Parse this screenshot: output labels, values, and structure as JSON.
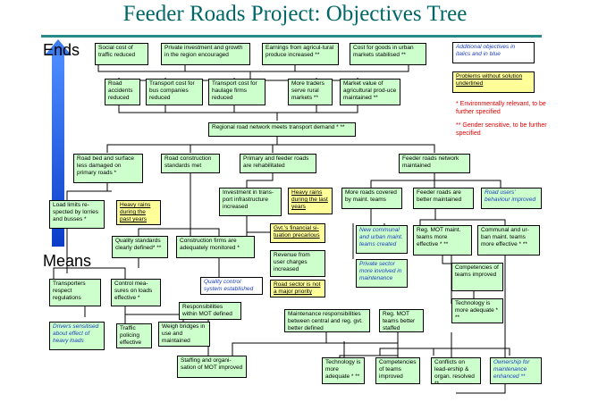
{
  "title": "Feeder Roads Project: Objectives Tree",
  "ends_label": "Ends",
  "means_label": "Means",
  "legend": {
    "additional": "Additional objectives in italics and in blue",
    "problems": "Problems without solution underlined",
    "env_note": "* Environmentally relevant, to be further specified",
    "gender_note": "** Gender sensitive, to be further specified"
  },
  "nodes": {
    "social_cost": "Social cost of traffic reduced",
    "private_invest": "Private investment and growth in the region encouraged",
    "earnings": "Earnings from agricul-tural produce increased **",
    "cost_goods": "Cost for goods in urban markets stabilised **",
    "road_accidents": "Road accidents reduced",
    "transport_bus": "Transport cost for bus companies reduced",
    "transport_haul": "Transport cost for haulage firms reduced",
    "more_traders": "More traders serve rural markets **",
    "market_value": "Market value of agricultural prod-uce maintained **",
    "regional_network": "Regional road network meets transport demand * **",
    "road_bed": "Road bed and surface less damaged on primary roads *",
    "construction_std": "Road construction standards met",
    "primary_feeder": "Primary and feeder roads are rehabilitated",
    "feeder_maintained": "Feeder roads network maintained",
    "load_limits": "Load limits re-spected by lorries and busses *",
    "heavy_rains_1": "Heavy rains during the past years",
    "investment": "Investment in trans-port infrastructure increased",
    "heavy_rains_2": "Heavy rains during the last years",
    "more_roads": "More roads covered by maint. teams",
    "feeder_better": "Feeder roads are better maintained",
    "users_behaviour": "Road users' behaviour improved",
    "quality_std": "Quality standards clearly defined* **",
    "construction_firms": "Construction firms are adequately monitored *",
    "gvt_financial": "Gvt.'s financial si-tuation precarious",
    "revenue": "Revenue from user charges increased",
    "road_sector": "Road sector is not a major priority",
    "new_communal": "New communal and urban maint. teams created",
    "private_sector": "Private sector more involved in maintenance",
    "reg_mot_maint": "Reg. MOT maint. teams more effective * **",
    "communal_urban": "Communal and ur-ban maint. teams more effective * **",
    "competencies_1": "Competencies of teams improved",
    "tech_1": "Technology is more adequate * **",
    "transporters": "Transporters respect regulations",
    "control": "Control mea-sures on loads effective *",
    "quality_control": "Quality control system established",
    "resp_mot": "Responsibilities within MOT defined",
    "drivers": "Drivers sensitised about effect of heavy loads",
    "traffic_police": "Traffic policing effective",
    "weigh_bridges": "Weigh bridges in use and maintained",
    "maint_resp": "Maintenance responsibilities between central and reg. gvt. better defined",
    "reg_mot_staffed": "Reg. MOT teams better staffed",
    "staffing": "Staffing and organi-sation of MOT improved",
    "tech_2": "Technology is more adequate * **",
    "competencies_2": "Competencies of teams improved",
    "conflicts": "Conflicts on lead-ership & organ. resolved **",
    "ownership": "Ownership for maintenance enhanced **"
  }
}
